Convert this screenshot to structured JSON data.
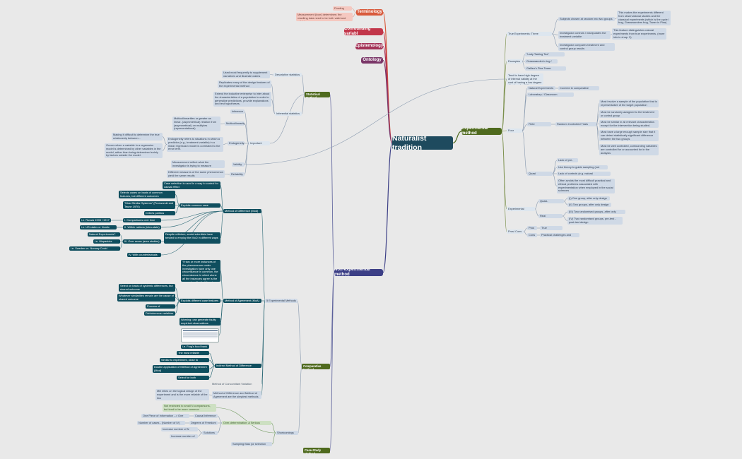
{
  "root": "Naturalist tradition",
  "top": {
    "terminology": "Terminology",
    "confounding": "Confounding variabl",
    "epistemology": "Epistemology",
    "ontology": "Ontology",
    "experimental": "Experimental method",
    "nonexperimental": "Non-experimental method"
  },
  "terminology": {
    "floating": "Floating Topic",
    "measurement": "Measurement (icon) determines: the resulting data need to be both valid and reliable."
  },
  "experimental": {
    "true_exp": "True Experiments: Three components",
    "subjects": "Subjects chosen at random into two groups",
    "subjects_note": "This makes the experiments different from observational studies and the classical experiments (which is the cycle / frog, Grasswanders frog, Tower in Pisa)",
    "investigator": "Investigator controls / manipulates the treatment variable",
    "investigator_note": "This feature distinguishes natural experiments from true experiments. (more info in chap. 3)",
    "compares": "Investigator compares treatment and control group results",
    "examples": "Examples",
    "ex1": "\"Lady Tasting Tea\" Experiment",
    "ex2": "Grasswander's ring / bell",
    "ex3": "Galileo's Pisa Tower experiment",
    "validity": "Tend to have high degree of internal validity at the cost of having a low degree of external validity",
    "four_types": "Four Types",
    "natural": "Natural Experiments",
    "natural_note": "Covered in comparative method",
    "lab": "Laboratory / Classroom Experiments",
    "field": "Field Experiments",
    "rct": "Random Controlled Trials (RCT)",
    "rct1": "Must involve a sample of the population that is representative of the target population",
    "rct2": "Must be randomly assigned to the treatment or control group",
    "rct3": "Must be similar in all relevant characteristics except for the intervention being studied.",
    "rct4": "Must have a large enough sample size that it can detect statistically significant difference between the two groups",
    "rct5": "Must be well controlled, confounding variables are controlled for or accounted for in the analysis",
    "quasi": "Quasi Experiments",
    "q1": "Lack of pre-test",
    "q2": "Use theory to guide sampling (not random)",
    "q3": "Lack of controls (e.g. natural experiments)",
    "q4": "Often avoids the most difficult practical and ethical problems associated with experimentation when employed in the social sciences",
    "designs": "Experimental Designs",
    "quasi_exp": "Quasi-experiments",
    "qe1": "(I) One group, after only design",
    "qe2": "(II) Two groups, after only design",
    "real_exp": "Real experiments",
    "re1": "(III) Two randomised groups, after only design",
    "re2": "(IV) Two randomised groups, pre-test - post-test design",
    "pros_cons": "Pros/ Cons",
    "pros": "Pros",
    "pros1": "True experiment",
    "cons": "Cons",
    "cons1": "Practical challenges and costs"
  },
  "statistical": {
    "label": "Statistical Method",
    "descriptive": "Descriptive statistics",
    "desc_note": "Used most frequently to supplement narratives and illustrate claims",
    "inferential": "Inferential statistics",
    "inf_note1": "Replicates many of the design features of the experimental method",
    "inf_note2": "Extend the inductive enterprise to infer about the characteristics of a population in order to generalize predictions, provide explanations and test hypotheses.",
    "important": "Important terms",
    "inference": "Inference",
    "multicol": "Multicollinearity",
    "multicol_note": "Multicollinearities or greater as linear- (asymmetrical) relation from (asymmetrical) on multiples (representational)",
    "endogeneity": "Endogeneity",
    "endo_note": "Endogeneity refers to situations in which a predictor (e.g., treatment variable) in a linear regression model is correlated to the error term.",
    "endo_left1": "Making it difficult to determine the true relationship between...",
    "endo_left2": "Occurs when a variable in a regression model is determined by other variables in the model, rather than being determined solely by factors outside the model.",
    "validity": "Validity",
    "validity_note": "Measurement reflect what the investigator is trying to measure",
    "reliability": "Reliability",
    "reliability_note": "Different measures of the same phenomenon yield the same results"
  },
  "comparative": {
    "label": "Comparative Method",
    "mdiff": "Method of Difference (Mod)",
    "md_case": "Case selection is used in a way to control for causal effect",
    "md_cases": "Selects cases on basis of common features, but different outcomes",
    "md_exploit": "Exploits common case features",
    "md_mss": "\"Most Similar Systems\" (Przeworski and Teune 1970)",
    "md_ceteris": "Ceteris paribus variables",
    "md_1": "I. Comparisons over time (diachronic)",
    "md_1e": "i.e. Russia 1905 / 1917",
    "md_2": "II. Within nations (intra-state)",
    "md_2e": "i.e. US states or Nordic region",
    "md_3": "III. Over areas (area studies)",
    "md_3a": "Natural Experiments?",
    "md_3b": "i.e. Hispaniola",
    "md_3c": "i.e. Sweden vs. Norway Covid response",
    "md_despite": "Despite criticism, social scientists have tended to employ the MoD in different ways",
    "md_4": "IV. With counterfactuals",
    "magree": "Method of Agreement (MoA)",
    "ma_quote": "\"If two or more instances of the phenomenon under investigation have only one circumstance in common, the circumstance in which alone all the instances agree is the cause (or effect) of the given phenomenon\" Mill, 2002 [1891], p. 255",
    "ma_cases": "Select on basis of systemic differences, but shared outcome",
    "ma_whatever": "Whatever similarities remain are the cause of shared outcome",
    "ma_exploit": "Exploits different case features",
    "ma_elim": "Process of elimination",
    "ma_dich": "Dichotomous variables",
    "ma_warn": "Warning: can generate faulty empirical observations",
    "ma_table_note": "i.e. Frog's food bank",
    "imd": "Indirect Method of Difference (IMoD)",
    "imd_1": "The most reliable method",
    "imd_2": "Similar to experiment, close to statistics",
    "imd_3": "Double application of Method of Agreement (Mod)",
    "imd_4": "Select for both outcomes",
    "mcv": "Method of Concomitant Variation (MCV)",
    "mill_note": "Mill relies on the logical design of the experiment and is the more reliable of the two",
    "mill_simple": "Method of Difference and Method of Agreement are the simplest methods",
    "five": "5 Experimental Methods",
    "shortcomings": "Shortcomings",
    "small_n": "Not restricted to small N comparisons, but tend to be more common",
    "overdet": "Over-determination: A Serious Problem",
    "causal": "Causal Inference",
    "one_piece": "One Piece of Information --> One Fact",
    "dof": "Degrees of Freedom",
    "dof_left": "Number of cases - (Number of IV)",
    "solutions": "Solutions",
    "sol1": "Increase number of N (cases)",
    "sol2": "Increase number of IV",
    "sampling": "Sampling Bias (or selection bias)"
  },
  "casestudy": {
    "label": "Case-Study Method"
  },
  "colors": {
    "terminology": "#d85a3c",
    "confounding": "#c2364a",
    "epistemology": "#a33357",
    "ontology": "#7a3668",
    "experimental": "#4f6a1e",
    "nonexperimental": "#3c3f86",
    "root": "#1e4a5e",
    "teal": "#0f4e5e"
  }
}
